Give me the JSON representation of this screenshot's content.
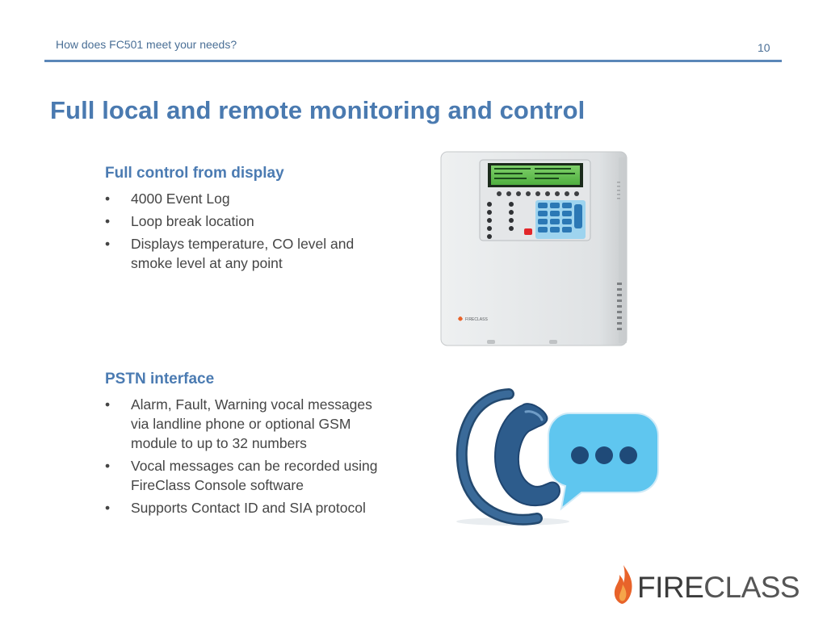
{
  "header": {
    "subtitle": "How does FC501 meet your needs?",
    "page_number": "10"
  },
  "title": "Full local and remote monitoring and control",
  "sections": [
    {
      "heading": "Full control from display",
      "bullets": [
        "4000 Event Log",
        "Loop break location",
        "Displays temperature, CO level and smoke level at any point"
      ]
    },
    {
      "heading": "PSTN interface",
      "bullets": [
        "Alarm, Fault, Warning vocal messages via landline phone or optional GSM module to up to 32 numbers",
        "Vocal messages can be recorded using FireClass Console software",
        "Supports Contact ID and SIA protocol"
      ]
    }
  ],
  "images": {
    "panel_label": "FIRECLASS",
    "phone_icon": "phone-icon",
    "speech_icon": "speech-bubble-icon"
  },
  "logo": {
    "text_bold": "FIRE",
    "text_light": "CLASS",
    "icon": "flame-icon"
  },
  "colors": {
    "accent": "#4a7ab0",
    "rule": "#5b87b8",
    "phone": "#2f5d8e",
    "bubble": "#5fc6ef",
    "flame_orange": "#e8632a"
  }
}
